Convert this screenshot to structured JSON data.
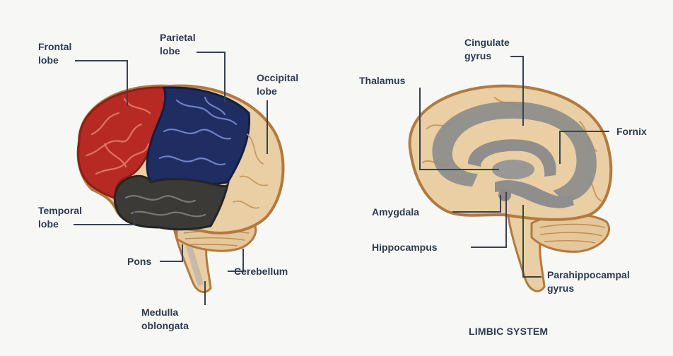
{
  "colors": {
    "background": "#f7f7f5",
    "label_text": "#2f3a4e",
    "leader_line": "#3a4150",
    "brain_tan": "#e9cfa3",
    "brain_outline": "#b27a3f",
    "frontal_lobe": "#b72a23",
    "parietal_lobe": "#1f2d63",
    "temporal_lobe": "#3b3a37",
    "limbic_gray": "#8f8e8c"
  },
  "left_diagram": {
    "labels": {
      "frontal": "Frontal\nlobe",
      "parietal": "Parietal\nlobe",
      "occipital": "Occipital\nlobe",
      "temporal": "Temporal\nlobe",
      "pons": "Pons",
      "cerebellum": "Cerebellum",
      "medulla": "Medulla\noblongata"
    }
  },
  "right_diagram": {
    "labels": {
      "cingulate": "Cingulate\ngyrus",
      "thalamus": "Thalamus",
      "fornix": "Fornix",
      "amygdala": "Amygdala",
      "hippocampus": "Hippocampus",
      "parahippocampal": "Parahippocampal\ngyrus"
    },
    "caption": "LIMBIC SYSTEM"
  }
}
